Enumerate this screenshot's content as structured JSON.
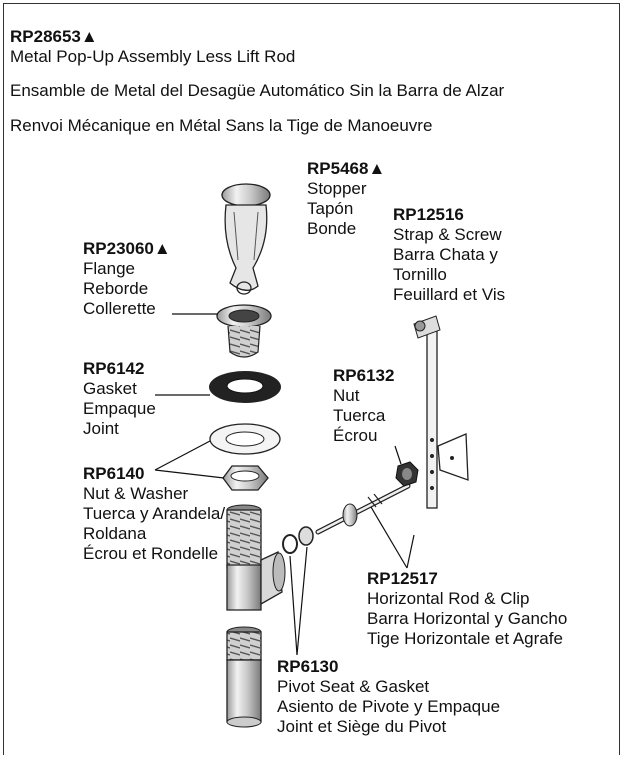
{
  "header": {
    "part_number": "RP28653",
    "marker": "▲",
    "english": "Metal Pop-Up Assembly Less Lift Rod",
    "spanish": "Ensamble de Metal del Desagüe Automático Sin la Barra de Alzar",
    "french": "Renvoi Mécanique en Métal Sans la Tige de Manoeuvre"
  },
  "parts": {
    "stopper": {
      "number": "RP5468",
      "marker": "▲",
      "en": "Stopper",
      "es": "Tapón",
      "fr": "Bonde"
    },
    "strap": {
      "number": "RP12516",
      "en": "Strap & Screw",
      "es": "Barra Chata y",
      "es2": "Tornillo",
      "fr": "Feuillard et Vis"
    },
    "flange": {
      "number": "RP23060",
      "marker": "▲",
      "en": "Flange",
      "es": "Reborde",
      "fr": "Collerette"
    },
    "gasket": {
      "number": "RP6142",
      "en": "Gasket",
      "es": "Empaque",
      "fr": "Joint"
    },
    "nut": {
      "number": "RP6132",
      "en": "Nut",
      "es": "Tuerca",
      "fr": "Écrou"
    },
    "nut_washer": {
      "number": "RP6140",
      "en": "Nut & Washer",
      "es": "Tuerca y Arandela/",
      "es2": "Roldana",
      "fr": "Écrou et Rondelle"
    },
    "rod_clip": {
      "number": "RP12517",
      "en": "Horizontal Rod & Clip",
      "es": "Barra Horizontal y Gancho",
      "fr": "Tige Horizontale et Agrafe"
    },
    "pivot_seat": {
      "number": "RP6130",
      "en": "Pivot Seat & Gasket",
      "es": "Asiento de Pivote y Empaque",
      "fr": "Joint et Siège du Pivot"
    }
  }
}
